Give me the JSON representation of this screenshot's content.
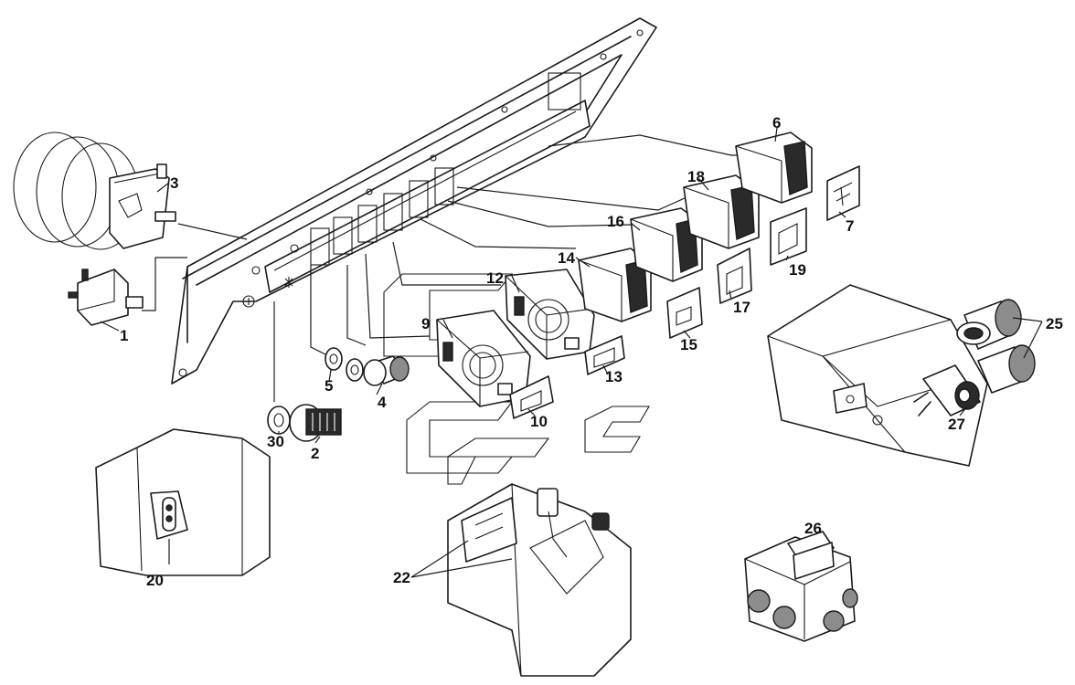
{
  "callouts": [
    {
      "id": "c1",
      "text": "1"
    },
    {
      "id": "c2",
      "text": "2"
    },
    {
      "id": "c3",
      "text": "3"
    },
    {
      "id": "c4",
      "text": "4"
    },
    {
      "id": "c5",
      "text": "5"
    },
    {
      "id": "c6",
      "text": "6"
    },
    {
      "id": "c7",
      "text": "7"
    },
    {
      "id": "c9",
      "text": "9"
    },
    {
      "id": "c10",
      "text": "10"
    },
    {
      "id": "c12",
      "text": "12"
    },
    {
      "id": "c13",
      "text": "13"
    },
    {
      "id": "c14",
      "text": "14"
    },
    {
      "id": "c15",
      "text": "15"
    },
    {
      "id": "c16",
      "text": "16"
    },
    {
      "id": "c17",
      "text": "17"
    },
    {
      "id": "c18",
      "text": "18"
    },
    {
      "id": "c19",
      "text": "19"
    },
    {
      "id": "c20",
      "text": "20"
    },
    {
      "id": "c22",
      "text": "22"
    },
    {
      "id": "c25",
      "text": "25"
    },
    {
      "id": "c26",
      "text": "26"
    },
    {
      "id": "c27",
      "text": "27"
    },
    {
      "id": "c30",
      "text": "30"
    }
  ]
}
